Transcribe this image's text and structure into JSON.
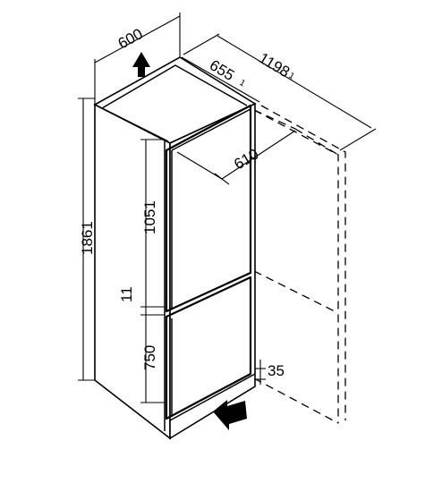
{
  "dimensions": {
    "overall_width": "600",
    "total_depth": "1198",
    "total_depth_note": "1",
    "cabinet_depth": "655",
    "cabinet_depth_note": "1",
    "inner_depth": "610",
    "total_height": "1861",
    "upper_door_height": "1051",
    "door_gap": "11",
    "lower_door_height": "750",
    "plinth_height": "35"
  }
}
